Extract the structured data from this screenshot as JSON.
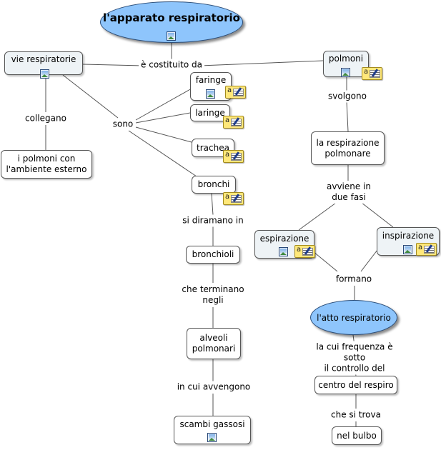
{
  "concepts": {
    "title": "l'apparato respiratorio",
    "vie_respiratorie": "vie respiratorie",
    "polmoni": "polmoni",
    "faringe": "faringe",
    "laringe": "laringe",
    "trachea": "trachea",
    "bronchi": "bronchi",
    "polmoni_ambiente": "i polmoni con\nl'ambiente esterno",
    "respirazione_polmonare": "la respirazione\npolmonare",
    "espirazione": "espirazione",
    "inspirazione": "inspirazione",
    "bronchioli": "bronchioli",
    "alveoli": "alveoli\npolmonari",
    "atto_respiratorio": "l'atto respiratorio",
    "scambi_gassosi": "scambi gassosi",
    "centro_respiro": "centro del respiro",
    "nel_bulbo": "nel bulbo"
  },
  "links": {
    "costituito_da": "è costituito da",
    "collegano": "collegano",
    "sono": "sono",
    "svolgono": "svolgono",
    "avviene": "avviene in\ndue fasi",
    "formano": "formano",
    "si_diramano": "si diramano in",
    "che_terminano": "che terminano\nnegli",
    "in_cui": "in cui avvengono",
    "frequenza": "la cui frequenza è sotto\nil controllo del",
    "si_trova": "che si trova"
  },
  "icons": {
    "image": "image-icon",
    "note": "note-icon"
  },
  "colors": {
    "main_oval": "#8ec5fc",
    "node_fill": "#eef3f6",
    "border": "#555555",
    "line": "#555555"
  }
}
